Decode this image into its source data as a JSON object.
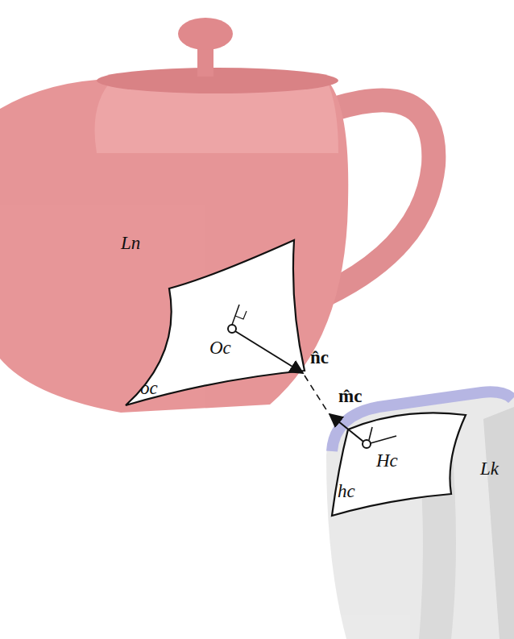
{
  "diagram": {
    "nodes": [
      {
        "text": [
          "Oc",
          "oc"
        ]
      },
      {
        "text": [
          "Hc",
          "hc"
        ]
      }
    ],
    "labels": [
      "Ln",
      "n̂c",
      "m̂c",
      "Lk"
    ]
  }
}
